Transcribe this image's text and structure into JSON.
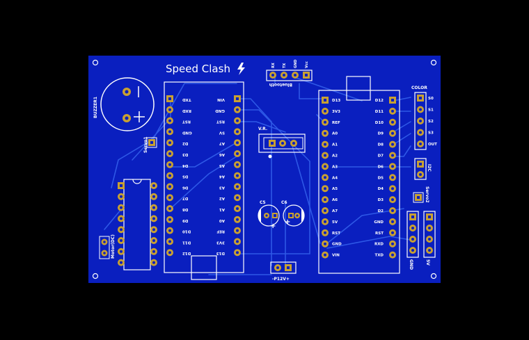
{
  "board": {
    "title": "Speed Clash",
    "colors": {
      "substrate": "#0a1fbf",
      "trace": "#2e58e6",
      "silk": "#ffffff",
      "pad": "#c8a032",
      "background": "#000000"
    }
  },
  "labels": {
    "buzzer": "BUZZER1",
    "servo1": "Servo1",
    "servo2": "Servo2",
    "motor": "Motor(DC)",
    "bluetooth": "Bluetooth",
    "bt_rx": "RX",
    "bt_tx": "TX",
    "bt_gnd": "GND",
    "bt_vcc": "Vcc",
    "vr": "V.R.",
    "c5": "C5",
    "c6": "C6",
    "p12v": "-P12V+",
    "color": "COLOR",
    "i2c": "I2C",
    "gnd_header": "GND",
    "v5_header": "5V"
  },
  "esp_pins": {
    "left": [
      "TXD",
      "RXD",
      "RST",
      "GND",
      "D2",
      "D3",
      "D4",
      "D5",
      "D6",
      "D7",
      "D8",
      "D9",
      "D10",
      "D11",
      "D12"
    ],
    "right": [
      "VIN",
      "GND",
      "RST",
      "5V",
      "A7",
      "A6",
      "A5",
      "A4",
      "A3",
      "A2",
      "A1",
      "A0",
      "REF",
      "3V3",
      "D13"
    ]
  },
  "nano_pins": {
    "left": [
      "D13",
      "3V3",
      "REF",
      "A0",
      "A1",
      "A2",
      "A3",
      "A4",
      "A5",
      "A6",
      "A7",
      "5V",
      "RST",
      "GND",
      "VIN"
    ],
    "right": [
      "D12",
      "D11",
      "D10",
      "D9",
      "D8",
      "D7",
      "D6",
      "D5",
      "D4",
      "D3",
      "D2",
      "GND",
      "RST",
      "RXD",
      "TXD"
    ]
  },
  "color_pins": [
    "S0",
    "S1",
    "S2",
    "S3",
    "OUT"
  ]
}
